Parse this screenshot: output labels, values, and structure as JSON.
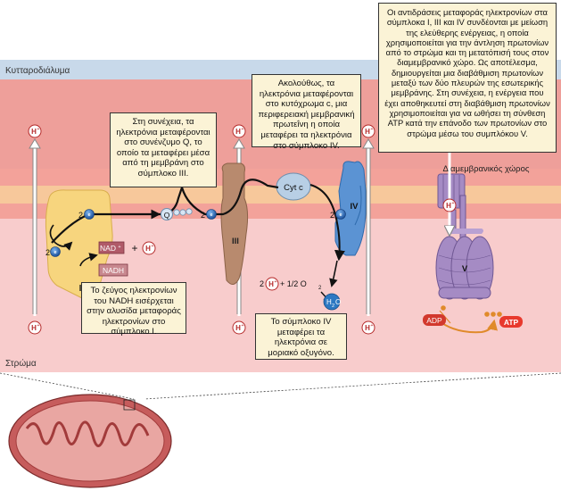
{
  "regions": {
    "cytosol": "Κυτταροδιάλυμα",
    "stroma": "Στρώμα",
    "intermembrane": "Διαμεμβρανικός χώρος"
  },
  "complexes": {
    "c1": "I",
    "c3": "III",
    "c4": "IV",
    "c5": "V",
    "cytc": "Cyt c"
  },
  "molecules": {
    "hplus": "H",
    "plus_sup": "+",
    "electron": "e",
    "minus_sup": "−",
    "nad": "NAD",
    "nadh": "NADH",
    "q": "Q",
    "two": "2",
    "half_o2": "+ 1/2 O",
    "o2_sub": "2",
    "h2o_h": "H",
    "h2o_o": "O",
    "adp": "ADP",
    "atp": "ATP"
  },
  "captions": {
    "intro": "Το ζεύγος ηλεκτρονίων του NADH εισέρχεται στην αλυσίδα μεταφοράς ηλεκτρονίων στο σύμπλοκο Ι.",
    "q_transfer": "Στη συνέχεια, τα ηλεκτρόνια μεταφέρονται στο συνένζυμο Q, το οποίο τα μεταφέρει μέσα από τη μεμβράνη στο σύμπλοκο ΙΙΙ.",
    "cytc_transfer": "Ακολούθως, τα ηλεκτρόνια μεταφέρονται στο κυτόχρωμα c, μια περιφερειακή μεμβρανική πρωτεΐνη η οποία μεταφέρει τα ηλεκτρόνια στο σύμπλοκο IV.",
    "oxygen": "Το σύμπλοκο IV μεταφέρει τα ηλεκτρόνια σε μοριακό οξυγόνο.",
    "summary": "Οι αντιδράσεις μεταφοράς ηλεκτρονίων στα σύμπλοκα Ι, ΙΙΙ και IV συνδέονται με μείωση της ελεύθερης ενέργειας, η οποία χρησιμοποιείται για την άντληση πρωτονίων από το στρώμα και τη μετατόπισή τους στον διαμεμβρανικό χώρο. Ως αποτέλεσμα, δημιουργείται μια διαβάθμιση πρωτονίων μεταξύ των δύο πλευρών της εσωτερικής μεμβράνης. Στη συνέχεια, η ενέργεια που έχει αποθηκευτεί στη διαβάθμιση πρωτονίων χρησιμοποιείται για να ωθήσει τη σύνθεση ATP κατά την επάνοδο των πρωτονίων στο στρώμα μέσω του συμπλόκου V."
  },
  "colors": {
    "cytosol": "#c8d9ea",
    "intermembrane": "#ee9f9a",
    "stroma": "#f8cccc",
    "membrane": "#f7c89b",
    "complex1": "#f7d57e",
    "complex3": "#b88a6e",
    "complex4": "#5b93d3",
    "complex5": "#a58bc4",
    "caption_bg": "#fbf3d6",
    "proton": "#b52a2a"
  }
}
